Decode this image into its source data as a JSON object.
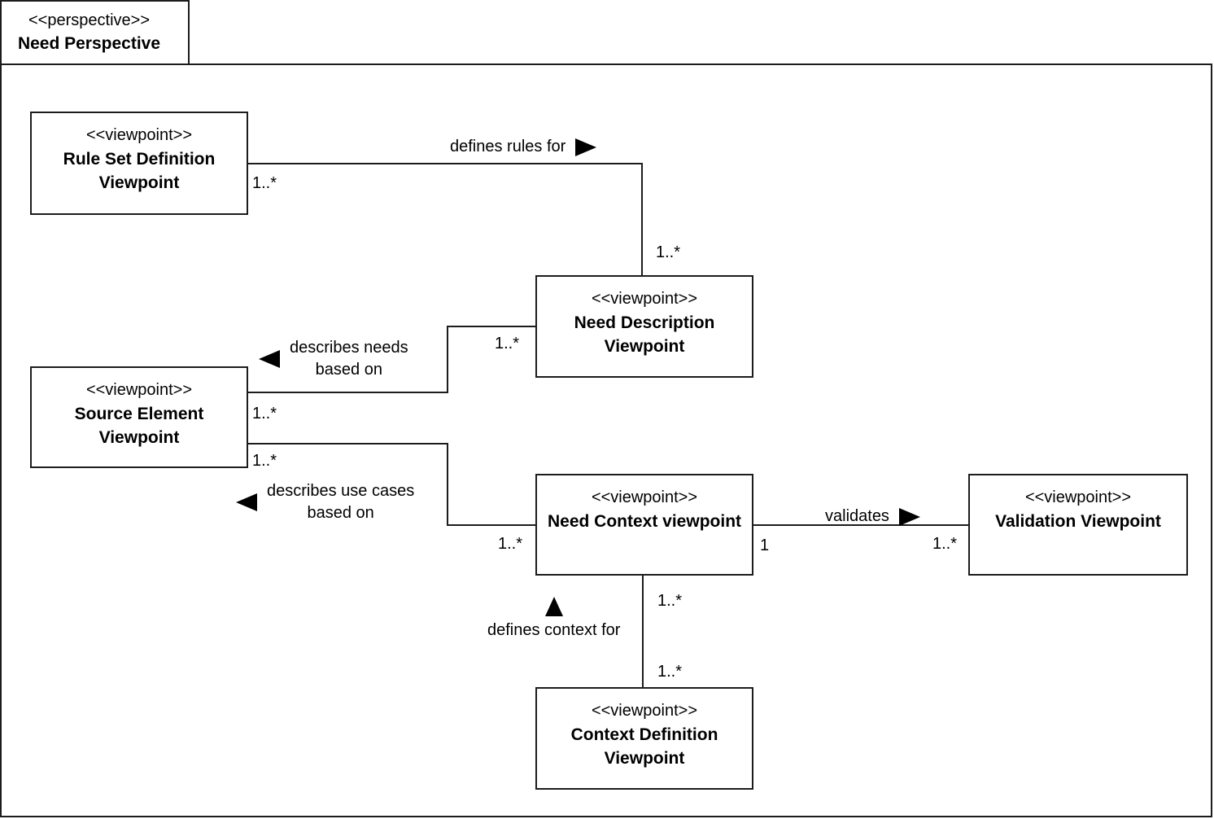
{
  "package": {
    "stereotype": "<<perspective>>",
    "name": "Need Perspective"
  },
  "boxes": [
    {
      "stereotype": "<<viewpoint>>",
      "name_lines": [
        "Rule Set Definition",
        "Viewpoint"
      ]
    },
    {
      "stereotype": "<<viewpoint>>",
      "name_lines": [
        "Need Description",
        "Viewpoint"
      ]
    },
    {
      "stereotype": "<<viewpoint>>",
      "name_lines": [
        "Source Element",
        "Viewpoint"
      ]
    },
    {
      "stereotype": "<<viewpoint>>",
      "name_lines": [
        "Need Context viewpoint"
      ]
    },
    {
      "stereotype": "<<viewpoint>>",
      "name_lines": [
        "Validation Viewpoint"
      ]
    },
    {
      "stereotype": "<<viewpoint>>",
      "name_lines": [
        "Context Definition",
        "Viewpoint"
      ]
    }
  ],
  "associations": [
    {
      "label": "defines rules for",
      "direction": "right",
      "from": "Rule Set Definition Viewpoint",
      "to": "Need Description Viewpoint",
      "from_mult": "1..*",
      "to_mult": "1..*"
    },
    {
      "label_lines": [
        "describes needs",
        "based on"
      ],
      "direction": "left",
      "from": "Need Description Viewpoint",
      "to": "Source Element Viewpoint",
      "from_mult": "1..*",
      "to_mult": "1..*"
    },
    {
      "label_lines": [
        "describes use cases",
        "based on"
      ],
      "direction": "left",
      "from": "Need Context viewpoint",
      "to": "Source Element Viewpoint",
      "from_mult": "1..*",
      "to_mult": "1..*"
    },
    {
      "label": "validates",
      "direction": "right",
      "from": "Need Context viewpoint",
      "to": "Validation Viewpoint",
      "from_mult": "1",
      "to_mult": "1..*"
    },
    {
      "label": "defines context for",
      "direction": "up",
      "from": "Context Definition Viewpoint",
      "to": "Need Context viewpoint",
      "from_mult": "1..*",
      "to_mult": "1..*"
    }
  ],
  "colors": {
    "line": "#1c1c1c",
    "background": "#ffffff",
    "text": "#000000"
  }
}
